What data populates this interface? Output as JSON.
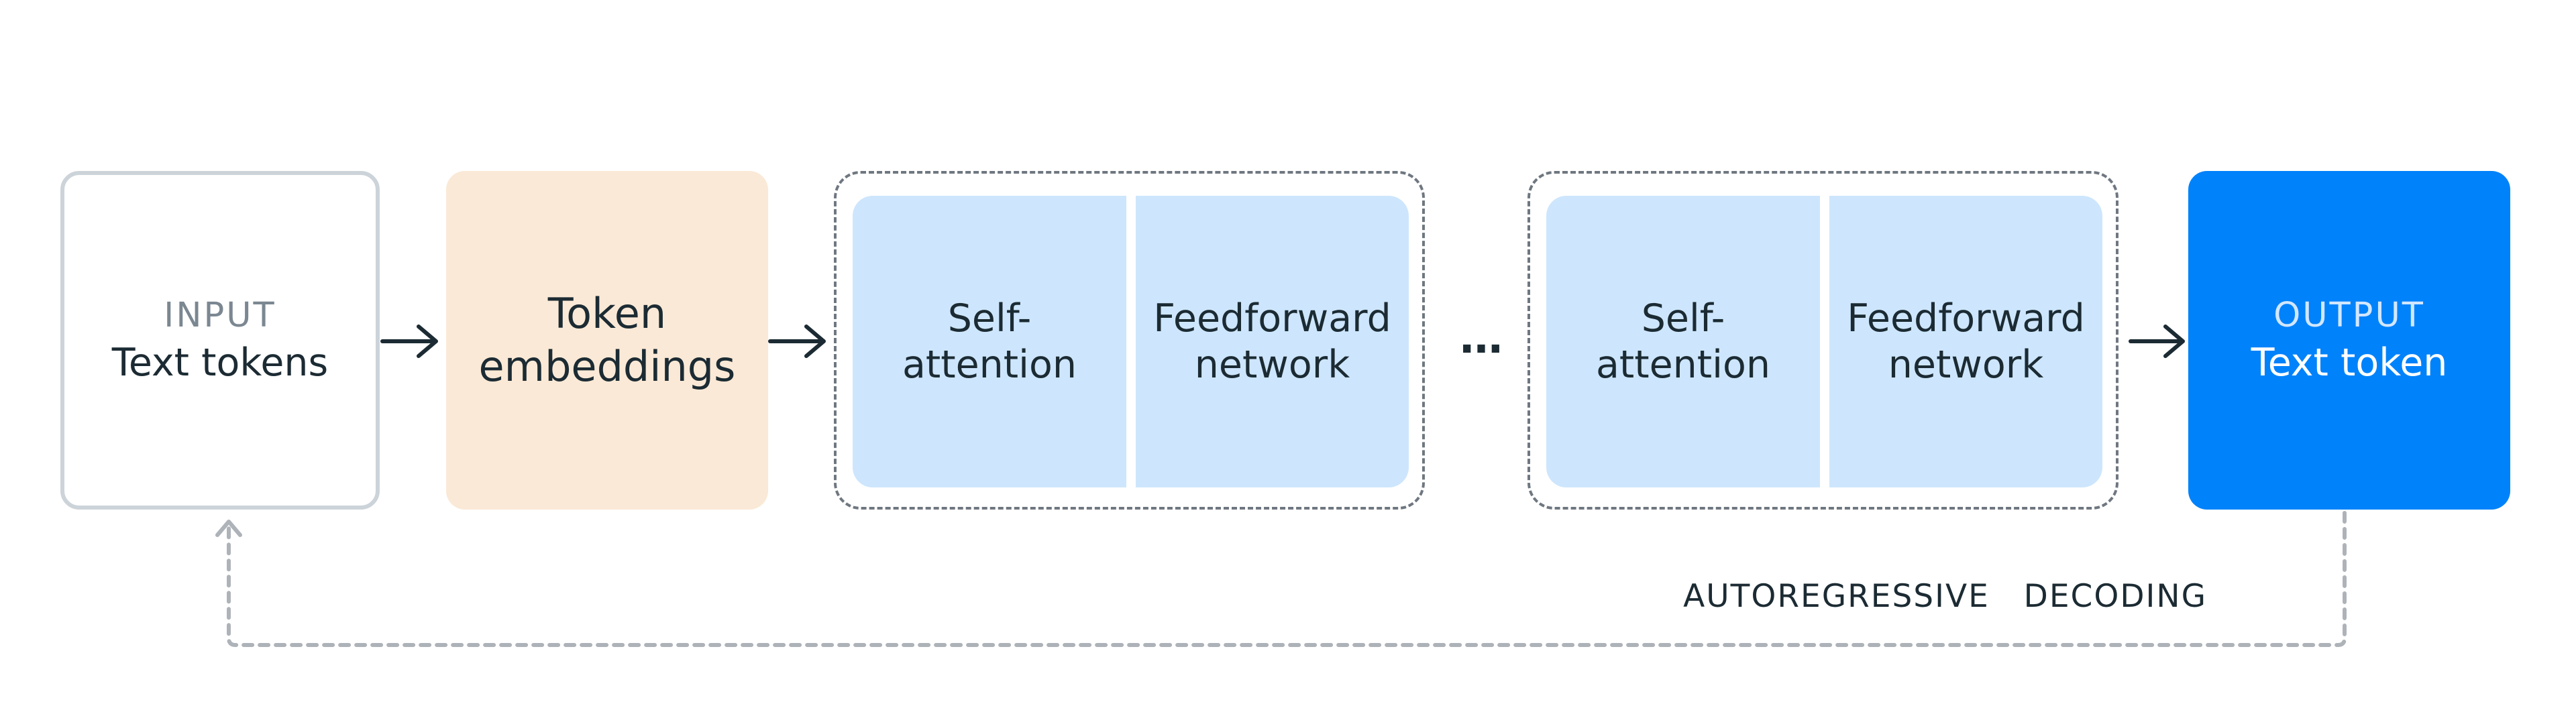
{
  "input": {
    "caption": "INPUT",
    "label": "Text tokens"
  },
  "embeddings": {
    "line1": "Token",
    "line2": "embeddings"
  },
  "layers": [
    {
      "attention": {
        "line1": "Self-",
        "line2": "attention"
      },
      "feedforward": {
        "line1": "Feedforward",
        "line2": "network"
      }
    },
    {
      "attention": {
        "line1": "Self-",
        "line2": "attention"
      },
      "feedforward": {
        "line1": "Feedforward",
        "line2": "network"
      }
    }
  ],
  "ellipsis": "…",
  "output": {
    "caption": "OUTPUT",
    "label": "Text token"
  },
  "loop_label": "AUTOREGRESSIVE   DECODING",
  "colors": {
    "input_border": "#ccd4da",
    "embedding_fill": "#fae9d6",
    "layer_fill": "#cde6fd",
    "layer_border": "#6f7780",
    "output_fill": "#0082fb",
    "text_dark": "#1c2b33",
    "loop_line": "#aeb3b9"
  }
}
